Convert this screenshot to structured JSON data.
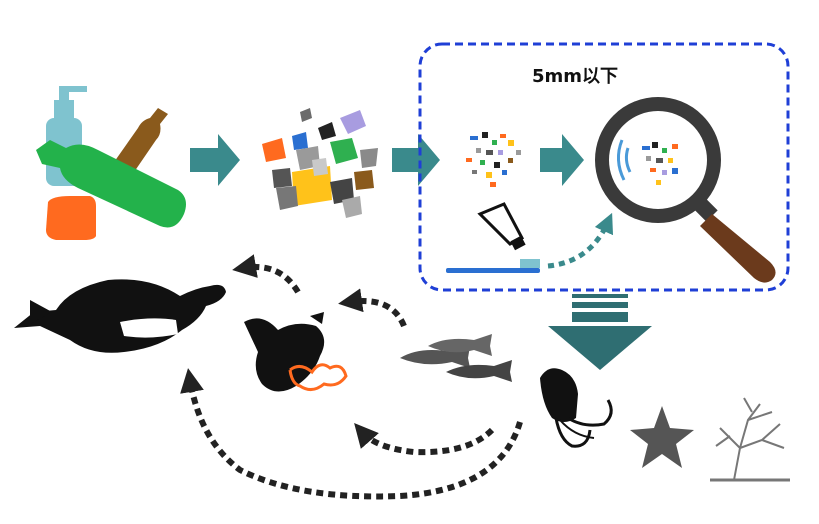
{
  "diagram": {
    "size_label": "5mm以下",
    "stages": [
      "plastic-products",
      "plastic-fragments",
      "microplastics",
      "magnified-microplastics",
      "marine-food-web"
    ],
    "colors": {
      "process_arrow": "#3a8a8c",
      "settle_arrow": "#2f6e72",
      "dashed_box": "#1f3fd6",
      "food_chain_arrow": "#222222",
      "silhouette": "#111111"
    }
  }
}
